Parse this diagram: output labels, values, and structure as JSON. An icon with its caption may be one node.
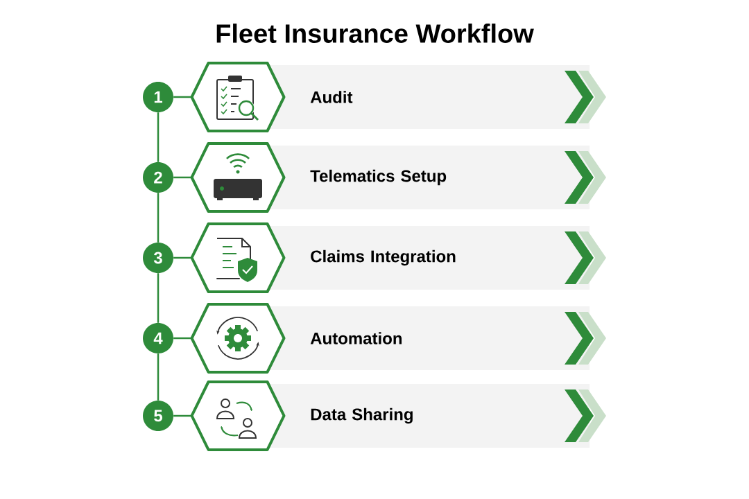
{
  "diagram": {
    "title": "Fleet Insurance Workflow",
    "nodes": [
      {
        "text": [
          "1"
        ]
      },
      {
        "text": [],
        "shape": "hexagon"
      },
      {
        "text": [
          "Audit"
        ]
      },
      {
        "text": [
          "2"
        ]
      },
      {
        "text": [],
        "shape": "hexagon"
      },
      {
        "text": [
          "Telematics Setup"
        ]
      },
      {
        "text": [
          "3"
        ]
      },
      {
        "text": [],
        "shape": "hexagon"
      },
      {
        "text": [
          "Claims Integration"
        ]
      },
      {
        "text": [
          "4"
        ]
      },
      {
        "text": [],
        "shape": "hexagon"
      },
      {
        "text": [
          "Automation"
        ]
      },
      {
        "text": [
          "5"
        ]
      },
      {
        "text": [],
        "shape": "hexagon"
      },
      {
        "text": [
          "Data Sharing"
        ]
      }
    ],
    "edges": [
      {
        "from": 0,
        "to": 1,
        "arrow": "none"
      },
      {
        "from": 3,
        "to": 4,
        "arrow": "none"
      },
      {
        "from": 6,
        "to": 7,
        "arrow": "none"
      },
      {
        "from": 9,
        "to": 10,
        "arrow": "none"
      },
      {
        "from": 12,
        "to": 13,
        "arrow": "none"
      },
      {
        "from": 0,
        "to": 3,
        "arrow": "none"
      },
      {
        "from": 3,
        "to": 6,
        "arrow": "none"
      },
      {
        "from": 6,
        "to": 9,
        "arrow": "none"
      },
      {
        "from": 9,
        "to": 12,
        "arrow": "none"
      }
    ]
  }
}
